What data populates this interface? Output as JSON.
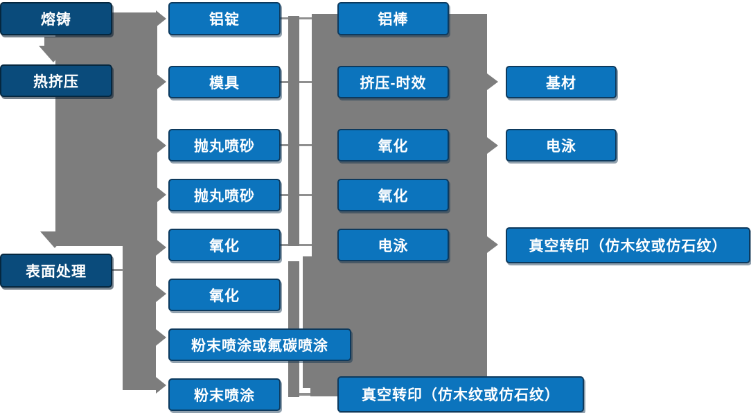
{
  "diagram": {
    "type": "process-flowchart",
    "palette": {
      "stage_box": "#0a4b7b",
      "process_box": "#0c74bd",
      "connector_gray": "#7d7d7d",
      "text": "#ffffff"
    },
    "stage_column": [
      {
        "label": "熔铸"
      },
      {
        "label": "热挤压"
      },
      {
        "label": "表面处理"
      }
    ],
    "process_column": [
      {
        "label": "铝锭"
      },
      {
        "label": "模具"
      },
      {
        "label": "抛丸喷砂"
      },
      {
        "label": "抛丸喷砂"
      },
      {
        "label": "氧化"
      },
      {
        "label": "氧化"
      },
      {
        "label": "粉末喷涂或氟碳喷涂"
      },
      {
        "label": "粉末喷涂"
      }
    ],
    "product_column": [
      {
        "label": "铝棒"
      },
      {
        "label": "挤压-时效"
      },
      {
        "label": "氧化"
      },
      {
        "label": "氧化"
      },
      {
        "label": "电泳"
      },
      {
        "label": "真空转印（仿木纹或仿石纹）"
      }
    ],
    "output_column": [
      {
        "label": "基材"
      },
      {
        "label": "电泳"
      },
      {
        "label": "真空转印（仿木纹或仿石纹）"
      }
    ]
  }
}
